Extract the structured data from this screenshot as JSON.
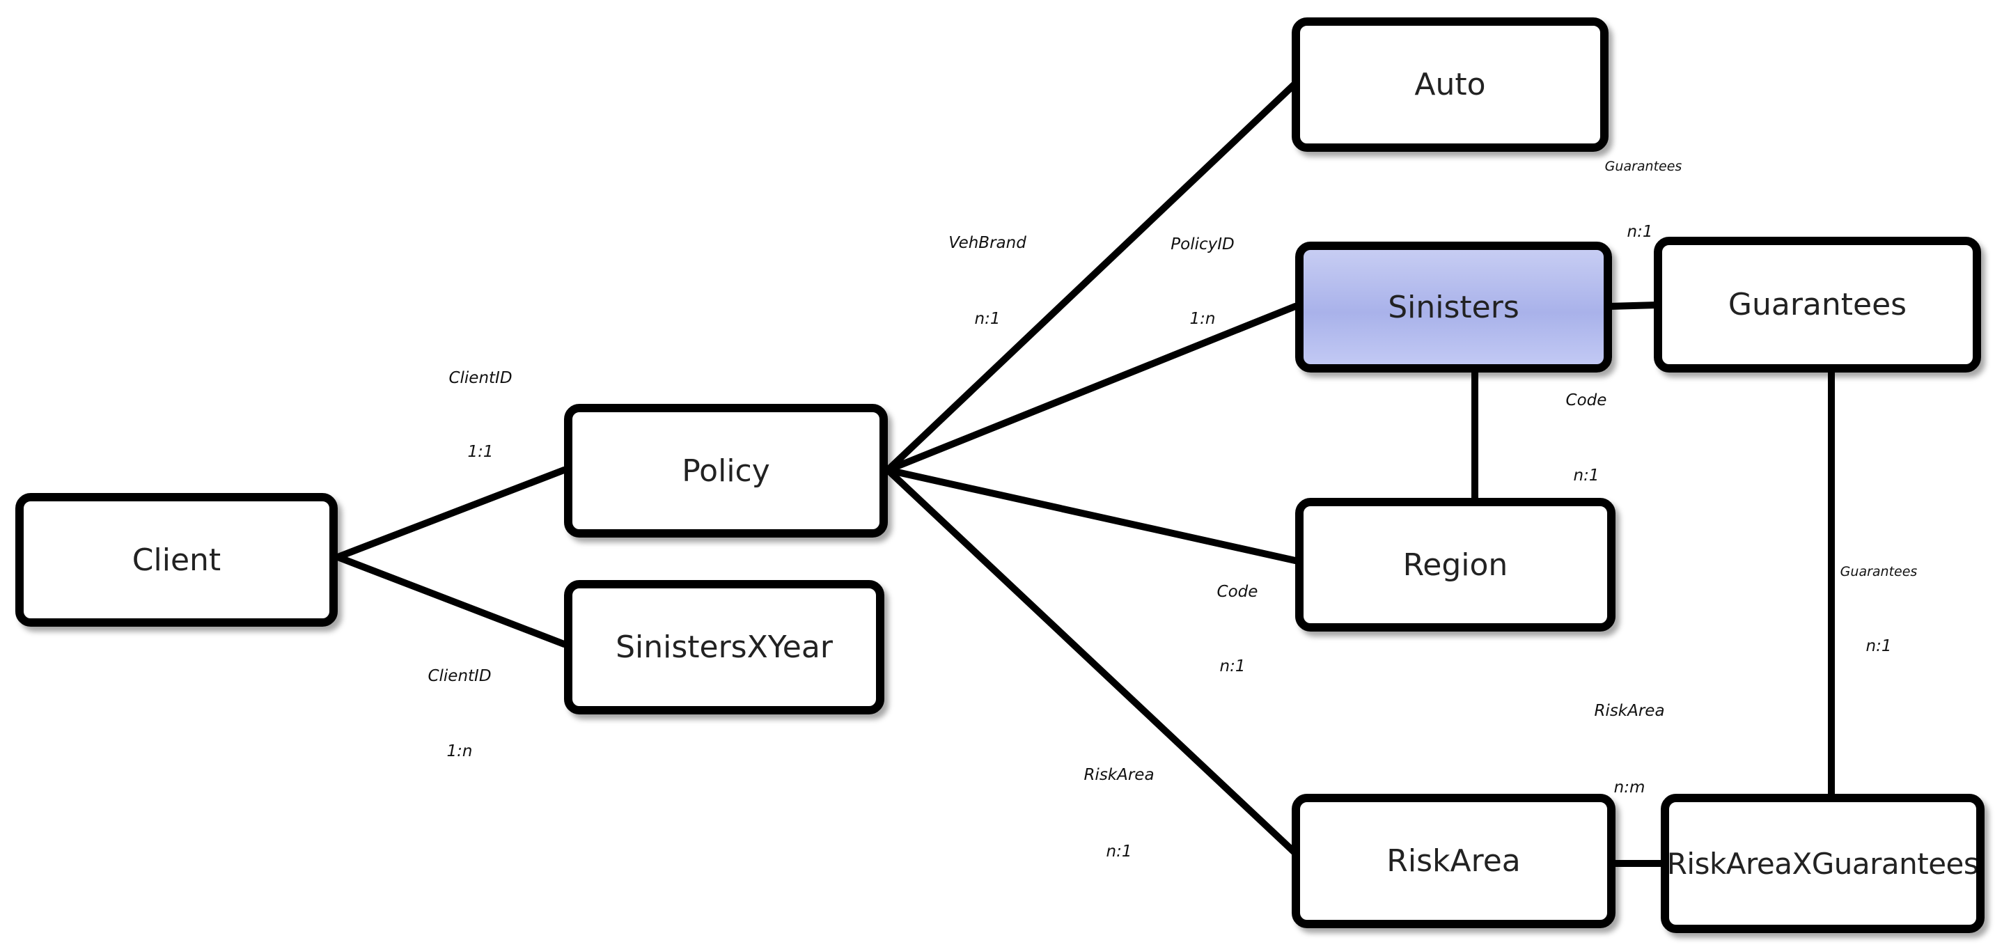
{
  "entities": {
    "client": "Client",
    "policy": "Policy",
    "sinisters_x_year": "SinistersXYear",
    "auto": "Auto",
    "sinisters": "Sinisters",
    "guarantees": "Guarantees",
    "region": "Region",
    "risk_area": "RiskArea",
    "risk_area_x_guarantees": "RiskAreaXGuarantees"
  },
  "relationships": {
    "client_policy": {
      "key": "ClientID",
      "cardinality": "1:1"
    },
    "client_sinisters_x_year": {
      "key": "ClientID",
      "cardinality": "1:n"
    },
    "policy_auto": {
      "key": "VehBrand",
      "cardinality": "n:1"
    },
    "policy_sinisters": {
      "key": "PolicyID",
      "cardinality": "1:n"
    },
    "policy_region": {
      "key": "Code",
      "cardinality": "n:1"
    },
    "policy_risk_area": {
      "key": "RiskArea",
      "cardinality": "n:1"
    },
    "sinisters_guarantees": {
      "key": "Guarantees",
      "cardinality": "n:1"
    },
    "sinisters_region": {
      "key": "Code",
      "cardinality": "n:1"
    },
    "guarantees_risk_area_x_guarantees": {
      "key": "Guarantees",
      "cardinality": "n:1"
    },
    "risk_area_risk_area_x_guarantees": {
      "key": "RiskArea",
      "cardinality": "n:m"
    }
  },
  "colors": {
    "line": "#000000",
    "box_border": "#000000",
    "highlight_fill": "#b3bbee"
  }
}
